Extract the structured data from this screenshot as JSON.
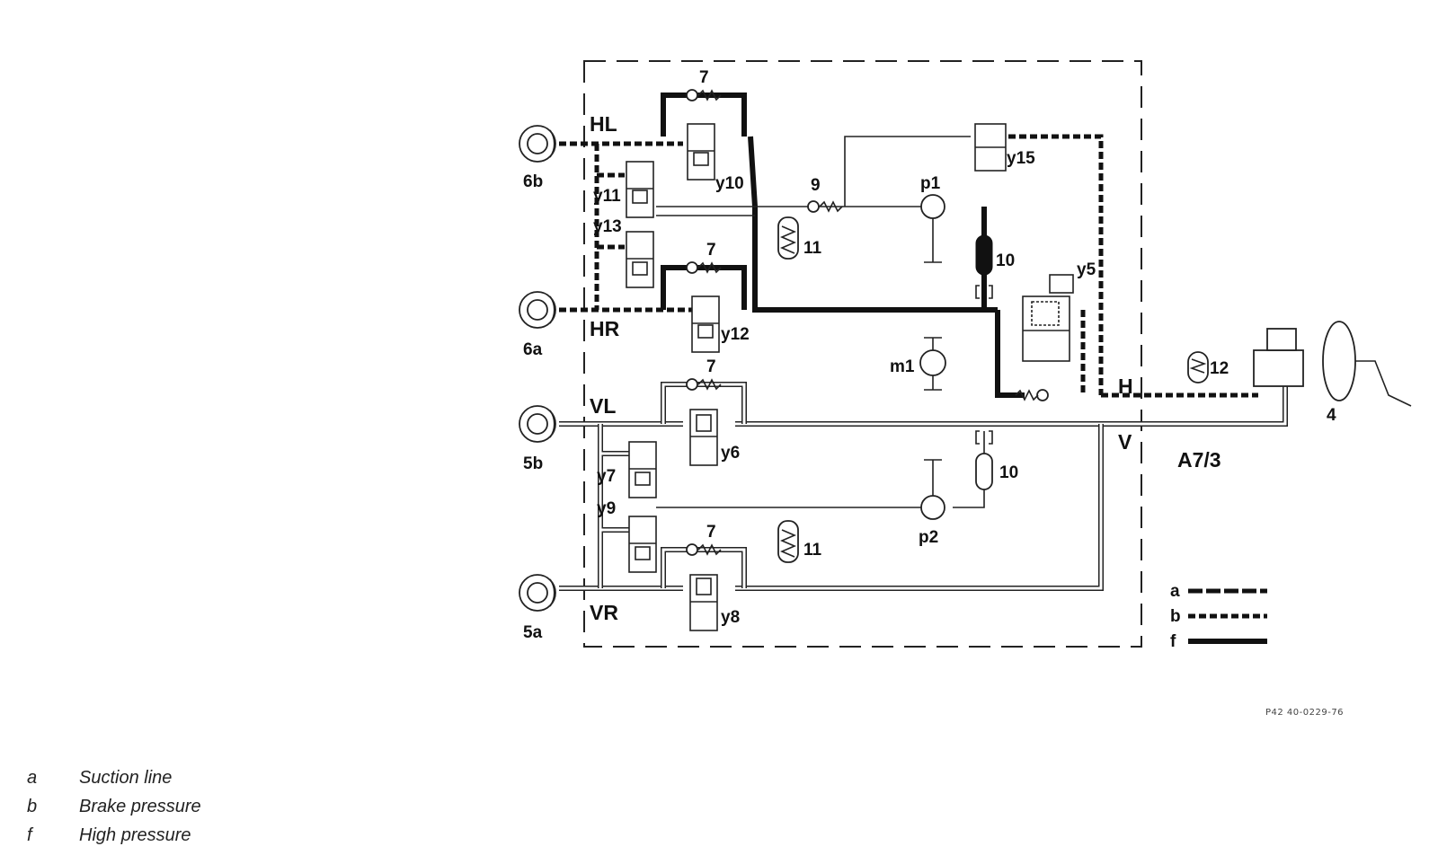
{
  "labels": {
    "wheel_rear_left": "6b",
    "wheel_rear_right": "6a",
    "wheel_front_left": "5b",
    "wheel_front_right": "5a",
    "circuit_rear_left": "HL",
    "circuit_rear_right": "HR",
    "circuit_front_left": "VL",
    "circuit_front_right": "VR",
    "valve_y10": "y10",
    "valve_y11": "y11",
    "valve_y13": "y13",
    "valve_y12": "y12",
    "valve_y15": "y15",
    "valve_y5": "y5",
    "valve_y6": "y6",
    "valve_y7": "y7",
    "valve_y9": "y9",
    "valve_y8": "y8",
    "check_valve_top": "7",
    "check_valve_hr": "7",
    "check_valve_vl": "7",
    "check_valve_vr": "7",
    "restrictor_9": "9",
    "accumulator_11_top": "11",
    "accumulator_11_bottom": "11",
    "damper_10_top": "10",
    "damper_10_bottom": "10",
    "pump_p1": "p1",
    "pump_p2": "p2",
    "motor_m1": "m1",
    "accumulator_12": "12",
    "rear_axle": "H",
    "front_axle": "V",
    "unit_id": "A7/3",
    "master_cylinder": "4",
    "legend_a": "a",
    "legend_b": "b",
    "legend_f": "f"
  },
  "legend": [
    {
      "key": "a",
      "text": "Suction line"
    },
    {
      "key": "b",
      "text": "Brake pressure"
    },
    {
      "key": "f",
      "text": "High pressure"
    }
  ],
  "reference_code": "P42 40-0229-76"
}
